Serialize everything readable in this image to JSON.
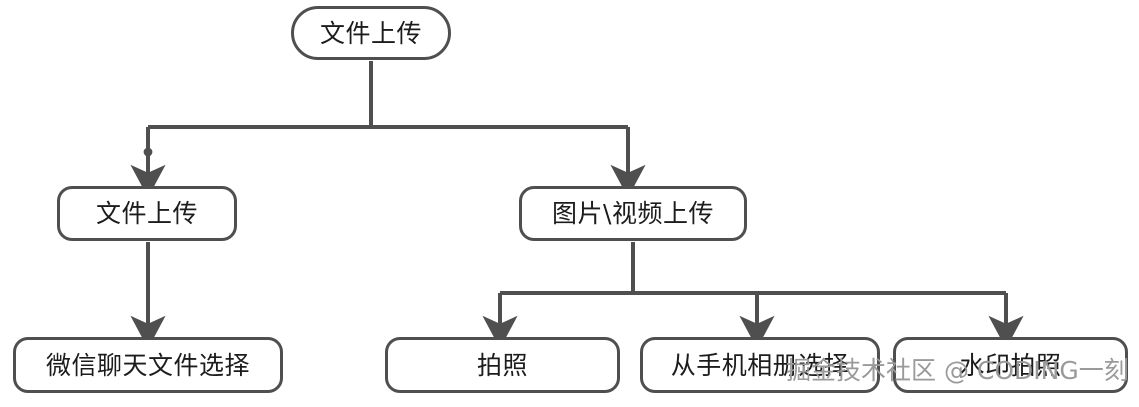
{
  "diagram": {
    "title": "文件上传",
    "background_color": "#ffffff",
    "edge_color": "#4f4f4f",
    "node_border_color": "#4f4f4f",
    "node_text_color": "#1c1c1c",
    "nodes": [
      {
        "id": "root",
        "label": "文件上传",
        "level": 1
      },
      {
        "id": "l2a",
        "label": "文件上传",
        "level": 2
      },
      {
        "id": "l2b",
        "label": "图片\\视频上传",
        "level": 2
      },
      {
        "id": "l3a",
        "label": "微信聊天文件选择",
        "level": 3
      },
      {
        "id": "l3b",
        "label": "拍照",
        "level": 3
      },
      {
        "id": "l3c",
        "label": "从手机相册选择",
        "level": 3
      },
      {
        "id": "l3d",
        "label": "水印拍照",
        "level": 3
      }
    ],
    "edges": [
      {
        "from": "root",
        "to": "l2a"
      },
      {
        "from": "root",
        "to": "l2b"
      },
      {
        "from": "l2a",
        "to": "l3a"
      },
      {
        "from": "l2b",
        "to": "l3b"
      },
      {
        "from": "l2b",
        "to": "l3c"
      },
      {
        "from": "l2b",
        "to": "l3d"
      }
    ]
  },
  "watermark": {
    "text": "掘金技术社区 @ CODING一刻",
    "color": "#9a9a9a"
  }
}
